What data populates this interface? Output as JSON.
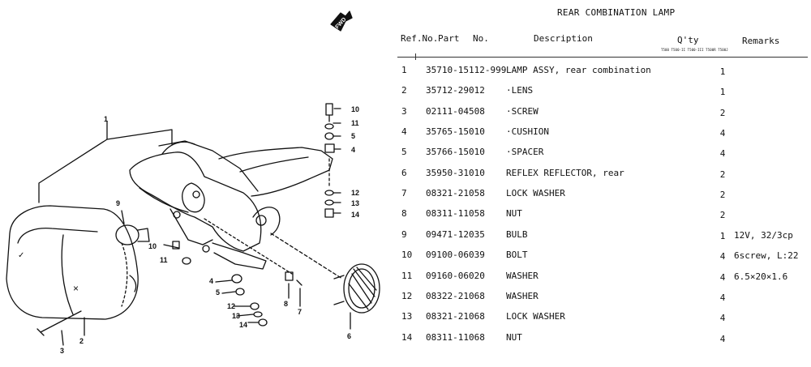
{
  "diagram": {
    "fwd_label": "FWD",
    "callouts": [
      "1",
      "2",
      "3",
      "4",
      "5",
      "6",
      "7",
      "8",
      "9",
      "10",
      "11",
      "12",
      "13",
      "14"
    ],
    "right_stack": [
      "10",
      "11",
      "5",
      "4",
      "12",
      "13",
      "14"
    ],
    "left_stack": [
      "10",
      "11",
      "4",
      "5",
      "12",
      "13",
      "14"
    ]
  },
  "sheet": {
    "title": "REAR COMBINATION LAMP",
    "headers": {
      "ref_no": "Ref.No.",
      "part": "Part",
      "no": "No.",
      "description": "Description",
      "qty": "Q'ty",
      "remarks": "Remarks"
    },
    "model_codes": "T500 T500-II T500-III T500R T500J",
    "rows": [
      {
        "ref": "1",
        "part": "35710-15112-999",
        "desc": "LAMP ASSY, rear combination",
        "qty": "1",
        "remarks": ""
      },
      {
        "ref": "2",
        "part": "35712-29012",
        "desc": "·LENS",
        "qty": "1",
        "remarks": ""
      },
      {
        "ref": "3",
        "part": "02111-04508",
        "desc": "·SCREW",
        "qty": "2",
        "remarks": ""
      },
      {
        "ref": "4",
        "part": "35765-15010",
        "desc": "·CUSHION",
        "qty": "4",
        "remarks": ""
      },
      {
        "ref": "5",
        "part": "35766-15010",
        "desc": "·SPACER",
        "qty": "4",
        "remarks": ""
      },
      {
        "ref": "6",
        "part": "35950-31010",
        "desc": "REFLEX REFLECTOR, rear",
        "qty": "2",
        "remarks": ""
      },
      {
        "ref": "7",
        "part": "08321-21058",
        "desc": "LOCK WASHER",
        "qty": "2",
        "remarks": ""
      },
      {
        "ref": "8",
        "part": "08311-11058",
        "desc": "NUT",
        "qty": "2",
        "remarks": ""
      },
      {
        "ref": "9",
        "part": "09471-12035",
        "desc": "BULB",
        "qty": "1",
        "remarks": "12V, 32/3cp"
      },
      {
        "ref": "10",
        "part": "09100-06039",
        "desc": "BOLT",
        "qty": "4",
        "remarks": "6screw, L:22"
      },
      {
        "ref": "11",
        "part": "09160-06020",
        "desc": "WASHER",
        "qty": "4",
        "remarks": "6.5×20×1.6"
      },
      {
        "ref": "12",
        "part": "08322-21068",
        "desc": "WASHER",
        "qty": "4",
        "remarks": ""
      },
      {
        "ref": "13",
        "part": "08321-21068",
        "desc": "LOCK WASHER",
        "qty": "4",
        "remarks": ""
      },
      {
        "ref": "14",
        "part": "08311-11068",
        "desc": "NUT",
        "qty": "4",
        "remarks": ""
      }
    ]
  }
}
